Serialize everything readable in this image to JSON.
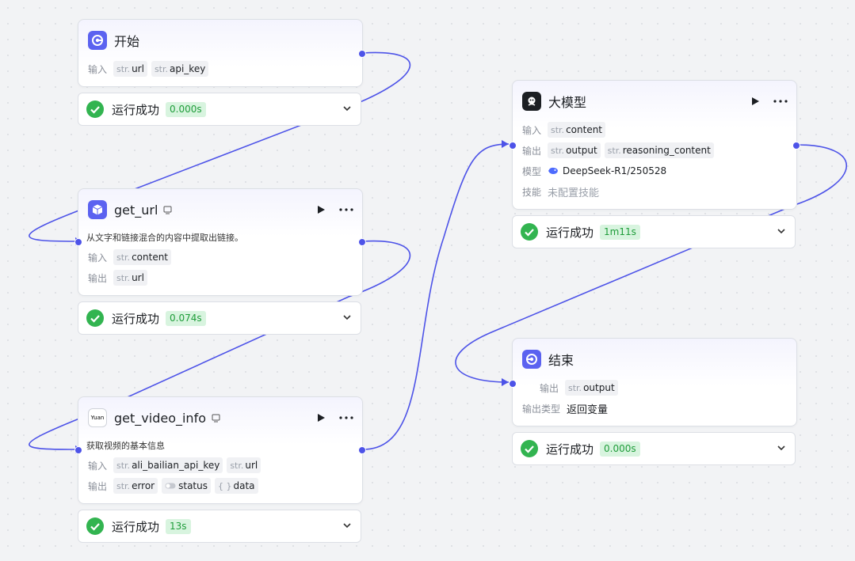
{
  "nodes": {
    "start": {
      "title": "开始",
      "input_label": "输入",
      "inputs": [
        {
          "type": "str.",
          "name": "url"
        },
        {
          "type": "str.",
          "name": "api_key"
        }
      ],
      "status": "运行成功",
      "time": "0.000s"
    },
    "get_url": {
      "title": "get_url",
      "description": "从文字和链接混合的内容中提取出链接。",
      "input_label": "输入",
      "output_label": "输出",
      "inputs": [
        {
          "type": "str.",
          "name": "content"
        }
      ],
      "outputs": [
        {
          "type": "str.",
          "name": "url"
        }
      ],
      "status": "运行成功",
      "time": "0.074s"
    },
    "get_video_info": {
      "title": "get_video_info",
      "icon_text": "Yuan",
      "description": "获取视频的基本信息",
      "input_label": "输入",
      "output_label": "输出",
      "inputs": [
        {
          "type": "str.",
          "name": "ali_bailian_api_key"
        },
        {
          "type": "str.",
          "name": "url"
        }
      ],
      "outputs": [
        {
          "type": "str.",
          "name": "error"
        },
        {
          "type": "",
          "name": "status"
        },
        {
          "type": "{ }",
          "name": "data"
        }
      ],
      "status": "运行成功",
      "time": "13s"
    },
    "llm": {
      "title": "大模型",
      "input_label": "输入",
      "output_label": "输出",
      "model_label": "模型",
      "skill_label": "技能",
      "inputs": [
        {
          "type": "str.",
          "name": "content"
        }
      ],
      "outputs": [
        {
          "type": "str.",
          "name": "output"
        },
        {
          "type": "str.",
          "name": "reasoning_content"
        }
      ],
      "model": "DeepSeek-R1/250528",
      "skill": "未配置技能",
      "status": "运行成功",
      "time": "1m11s"
    },
    "end": {
      "title": "结束",
      "output_label": "输出",
      "output_type_label": "输出类型",
      "outputs": [
        {
          "type": "str.",
          "name": "output"
        }
      ],
      "output_type": "返回变量",
      "status": "运行成功",
      "time": "0.000s"
    }
  },
  "colors": {
    "accent": "#4d53e8",
    "success": "#32b450",
    "success_bg": "#d8f4df"
  }
}
